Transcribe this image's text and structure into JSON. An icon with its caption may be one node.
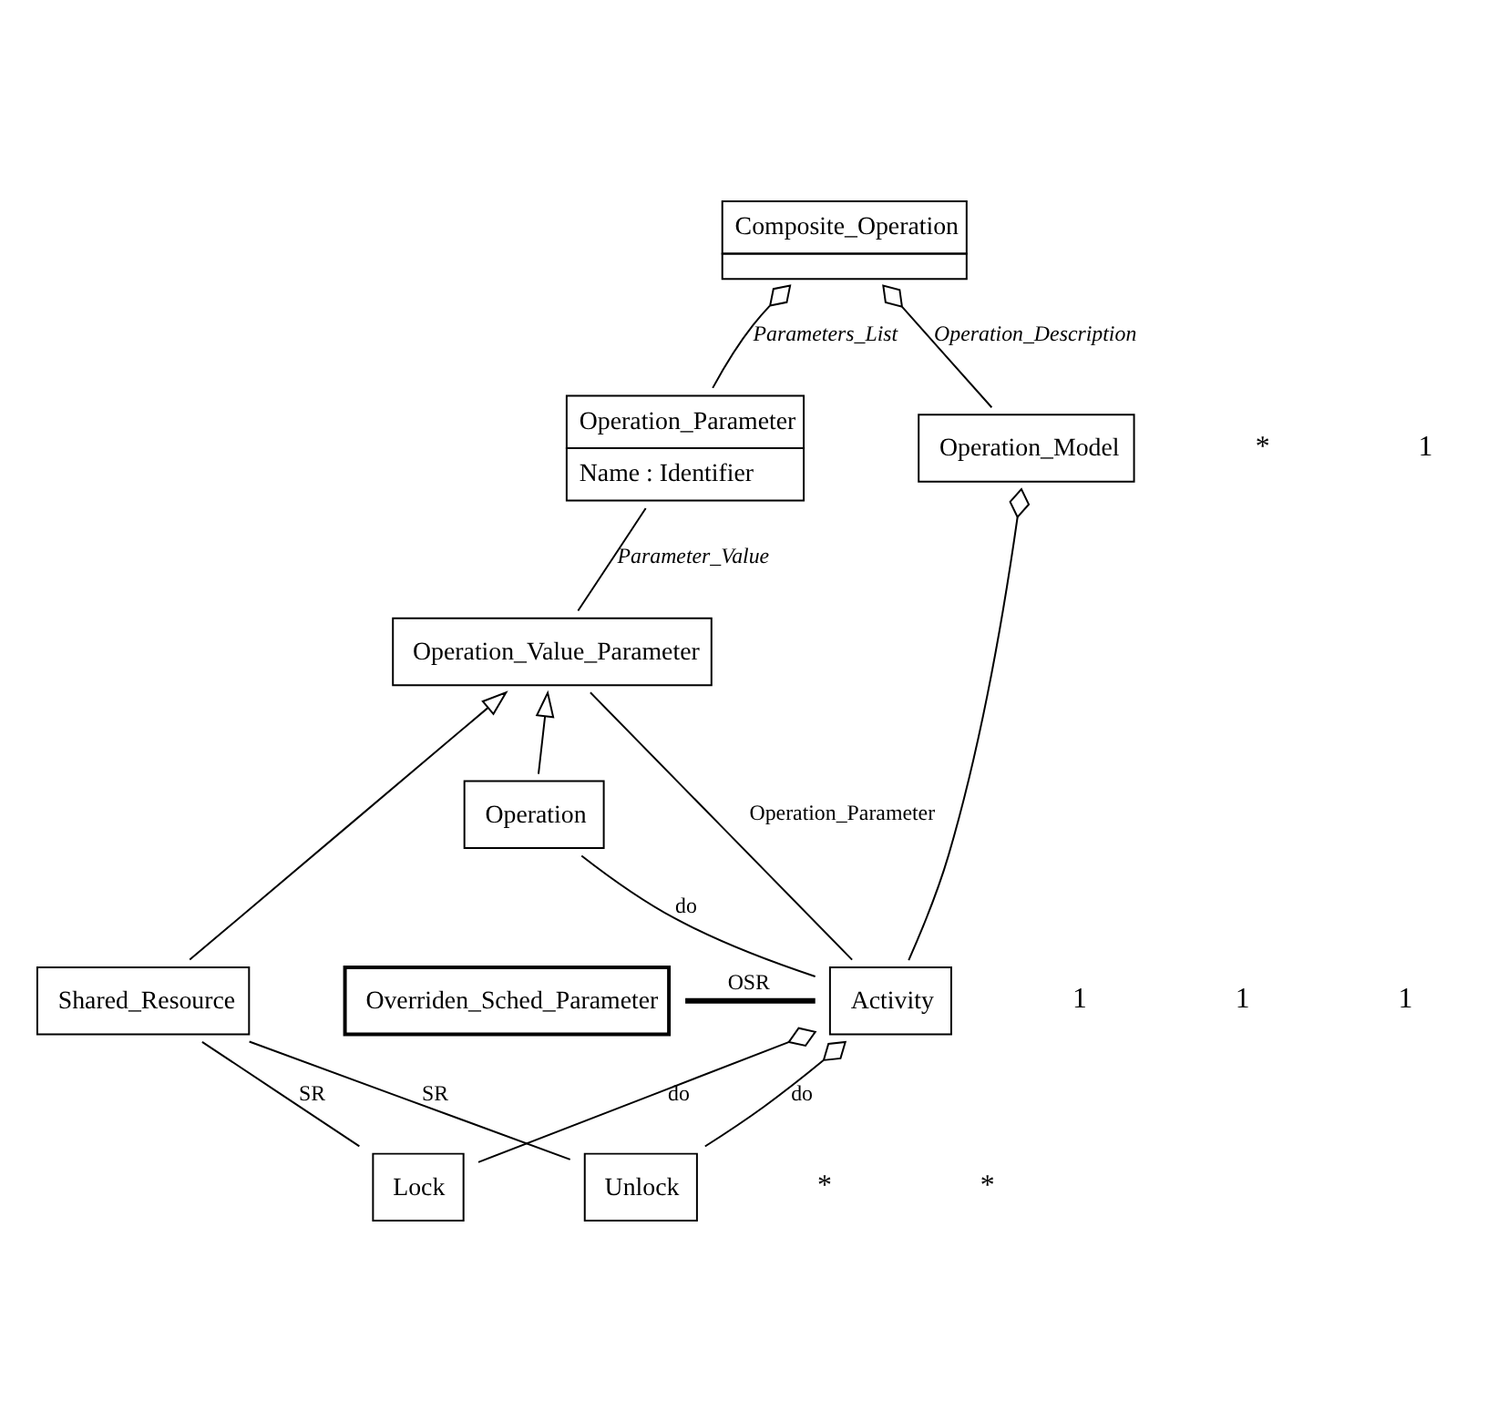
{
  "diagram": {
    "nodes": [
      {
        "text": [
          "Composite_Operation"
        ]
      },
      {
        "text": [
          "Operation_Parameter",
          "Name : Identifier"
        ]
      },
      {
        "text": [
          "Operation_Model"
        ]
      },
      {
        "text": [
          "Operation_Value_Parameter"
        ]
      },
      {
        "text": [
          "Overriden_Sched_Parameter"
        ]
      },
      {
        "text": [
          "Activity"
        ]
      },
      {
        "text": [
          "Operation"
        ]
      },
      {
        "text": [
          "Shared_Resource"
        ]
      },
      {
        "text": [
          "Lock"
        ]
      },
      {
        "text": [
          "Unlock"
        ]
      }
    ],
    "edges": [
      {
        "from": 0,
        "to": 1,
        "arrow": "other",
        "label": "Parameters_List"
      },
      {
        "from": 0,
        "to": 2,
        "arrow": "other",
        "label": "Operation_Description"
      },
      {
        "from": 1,
        "to": 3,
        "arrow": "none",
        "label": "Parameter_Value"
      },
      {
        "from": 2,
        "to": 5,
        "arrow": "other"
      },
      {
        "from": 3,
        "to": 5,
        "arrow": "none",
        "label": "Operation_Parameter"
      },
      {
        "from": 4,
        "to": 5,
        "arrow": "none",
        "label": "OSR",
        "style": "thick"
      },
      {
        "from": 6,
        "to": 3,
        "arrow": "to"
      },
      {
        "from": 7,
        "to": 3,
        "arrow": "to"
      },
      {
        "from": 6,
        "to": 5,
        "arrow": "none",
        "label": "do"
      },
      {
        "from": 7,
        "to": 8,
        "arrow": "none",
        "label": "SR"
      },
      {
        "from": 5,
        "to": 8,
        "arrow": "other",
        "label": "do"
      },
      {
        "from": 7,
        "to": 9,
        "arrow": "none",
        "label": "SR"
      },
      {
        "from": 5,
        "to": 9,
        "arrow": "other",
        "label": "do"
      }
    ],
    "labels": [
      "*",
      "1",
      "1",
      "1",
      "*",
      "1",
      "*"
    ]
  }
}
